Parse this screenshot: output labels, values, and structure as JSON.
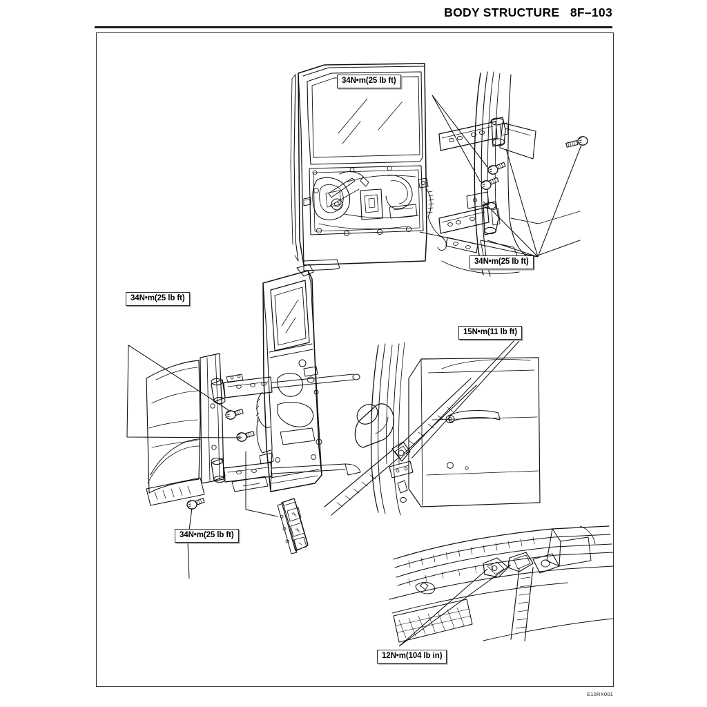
{
  "header": {
    "section_title": "BODY STRUCTURE",
    "page_number": "8F–103",
    "full_title": "BODY STRUCTURE   8F–103"
  },
  "figure": {
    "code": "E10RX001"
  },
  "callouts": [
    {
      "id": "rear-door-upper-hinge-torque",
      "label": "34N•m(25 lb ft)",
      "torque_nm": 34,
      "torque_imperial": "25 lb ft",
      "assembly": "rear-door-upper-hinge"
    },
    {
      "id": "rear-door-lower-hinge-torque",
      "label": "34N•m(25 lb ft)",
      "torque_nm": 34,
      "torque_imperial": "25 lb ft",
      "assembly": "rear-door-lower-hinge"
    },
    {
      "id": "side-door-upper-hinge-torque",
      "label": "34N•m(25 lb ft)",
      "torque_nm": 34,
      "torque_imperial": "25 lb ft",
      "assembly": "side-door-upper-hinge"
    },
    {
      "id": "side-door-lower-hinge-torque",
      "label": "34N•m(25 lb ft)",
      "torque_nm": 34,
      "torque_imperial": "25 lb ft",
      "assembly": "side-door-lower-hinge"
    },
    {
      "id": "seat-belt-anchor-torque",
      "label": "15N•m(11 lb ft)",
      "torque_nm": 15,
      "torque_imperial": "11 lb ft",
      "assembly": "seat-belt-shoulder-anchor"
    },
    {
      "id": "seat-belt-sill-torque",
      "label": "12N•m(104 lb in)",
      "torque_nm": 12,
      "torque_imperial": "104 lb in",
      "assembly": "seat-belt-sill-anchor"
    }
  ],
  "illustrations": [
    {
      "id": "rear-door-assembly",
      "name": "Rear door panel with glass and latch mechanism"
    },
    {
      "id": "rear-door-hinge-detail",
      "name": "Rear door hinge brackets on body pillar"
    },
    {
      "id": "side-door-assembly",
      "name": "Side door with upper and lower hinges and striker plate"
    },
    {
      "id": "seat-belt-anchor-detail",
      "name": "Seat belt retractor and shoulder anchor on pillar"
    },
    {
      "id": "seat-belt-sill-detail",
      "name": "Seat belt anchor at floor sill"
    }
  ]
}
